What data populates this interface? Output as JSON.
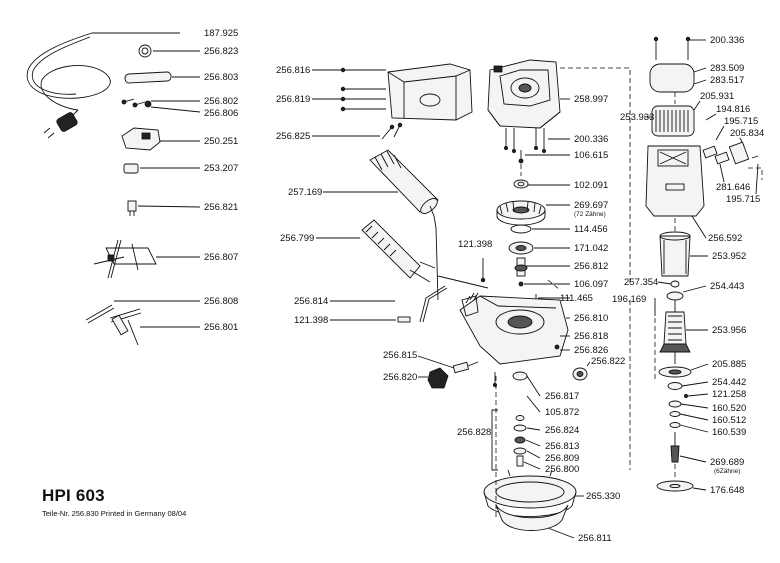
{
  "diagram": {
    "model": "HPI 603",
    "footer": "Teile-Nr. 256.830 Printed in Germany 08/04",
    "labels": {
      "p187925": "187.925",
      "p256823": "256.823",
      "p256803": "256.803",
      "p256802": "256.802",
      "p256806": "256.806",
      "p250251": "250.251",
      "p253207": "253.207",
      "p256821": "256.821",
      "p256807": "256.807",
      "p256808": "256.808",
      "p256801": "256.801",
      "p256816": "256.816",
      "p256819": "256.819",
      "p256825": "256.825",
      "p257169": "257.169",
      "p256799": "256.799",
      "p256814": "256.814",
      "p121398a": "121.398",
      "p121398b": "121.398",
      "p256815": "256.815",
      "p256820": "256.820",
      "p256828": "256.828",
      "p258997": "258.997",
      "p200336a": "200.336",
      "p106615": "106.615",
      "p102091": "102.091",
      "p269697": "269.697",
      "p269697sub": "(72 Zähne)",
      "p114456": "114.456",
      "p171042": "171.042",
      "p256812": "256.812",
      "p106097": "106.097",
      "p111465": "111.465",
      "p256810": "256.810",
      "p256818": "256.818",
      "p256826": "256.826",
      "p256822": "256.822",
      "p256817": "256.817",
      "p105872": "105.872",
      "p256824": "256.824",
      "p256813": "256.813",
      "p256809": "256.809",
      "p256800": "256.800",
      "p265330": "265.330",
      "p256811": "256.811",
      "p200336b": "200.336",
      "p283509": "283.509",
      "p283517": "283.517",
      "p253933": "253.933",
      "p205931": "205.931",
      "p194816": "194.816",
      "p195715a": "195.715",
      "p205834": "205.834",
      "p281646": "281.646",
      "p195715b": "195.715",
      "p256592": "256.592",
      "p253952": "253.952",
      "p257354": "257.354",
      "p254443": "254.443",
      "p196169": "196.169",
      "p253956": "253.956",
      "p205885": "205.885",
      "p254442": "254.442",
      "p121258": "121.258",
      "p160520": "160.520",
      "p160512": "160.512",
      "p160539": "160.539",
      "p269689": "269.689",
      "p269689sub": "(6Zähne)",
      "p176648": "176.648"
    }
  }
}
